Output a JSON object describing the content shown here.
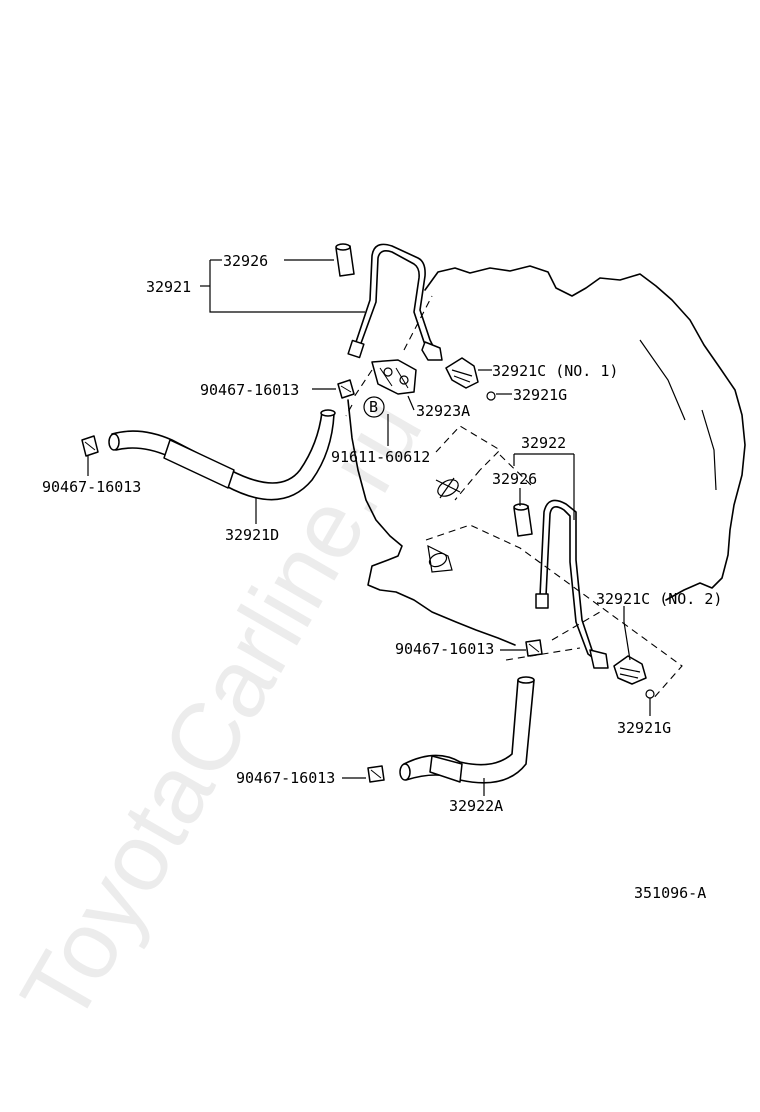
{
  "watermark": "ToyotaCarline.ru",
  "diagram_code": "351096-A",
  "view_marker": "B",
  "labels": {
    "p32921": "32921",
    "p32926_top": "32926",
    "p90467_a": "90467-16013",
    "p90467_b": "90467-16013",
    "p90467_c": "90467-16013",
    "p90467_d": "90467-16013",
    "p32921c_no1": "32921C (NO. 1)",
    "p32921g_a": "32921G",
    "p32923a": "32923A",
    "p91611": "91611-60612",
    "p32921d": "32921D",
    "p32922": "32922",
    "p32926_mid": "32926",
    "p32921c_no2": "32921C (NO. 2)",
    "p32921g_b": "32921G",
    "p32922a": "32922A"
  }
}
